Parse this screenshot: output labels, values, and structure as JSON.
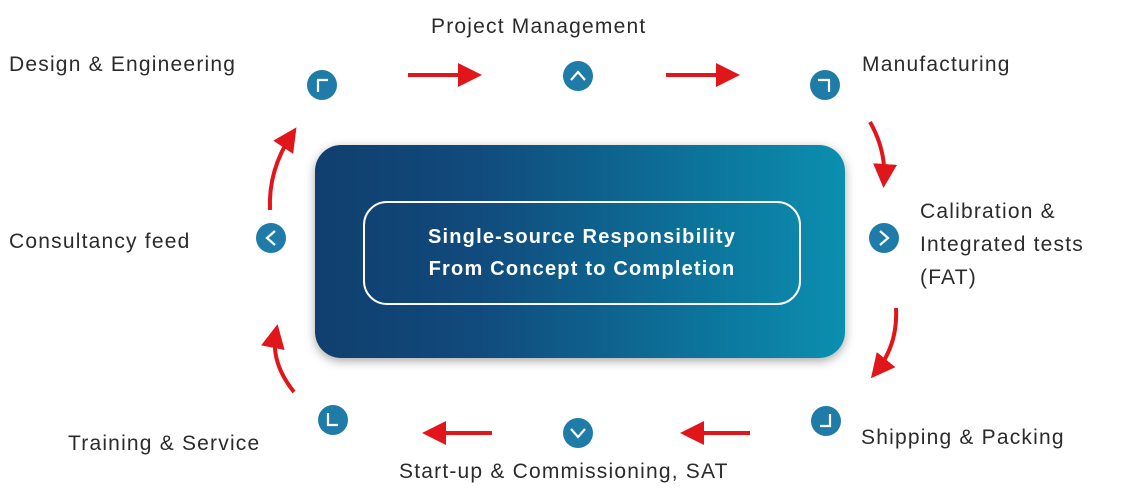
{
  "center": {
    "line1": "Single-source Responsibility",
    "line2": "From Concept to Completion"
  },
  "steps": {
    "project_management": "Project Management",
    "manufacturing": "Manufacturing",
    "calibration_line1": "Calibration &",
    "calibration_line2": "Integrated tests",
    "calibration_line3": "(FAT)",
    "shipping": "Shipping & Packing",
    "startup": "Start-up & Commissioning, SAT",
    "training": "Training & Service",
    "consultancy": "Consultancy feed",
    "design": "Design & Engineering"
  },
  "colors": {
    "node": "#1f7ca8",
    "arrow": "#e0161b",
    "box_start": "#0f3f6e",
    "box_end": "#0b8fb0"
  }
}
